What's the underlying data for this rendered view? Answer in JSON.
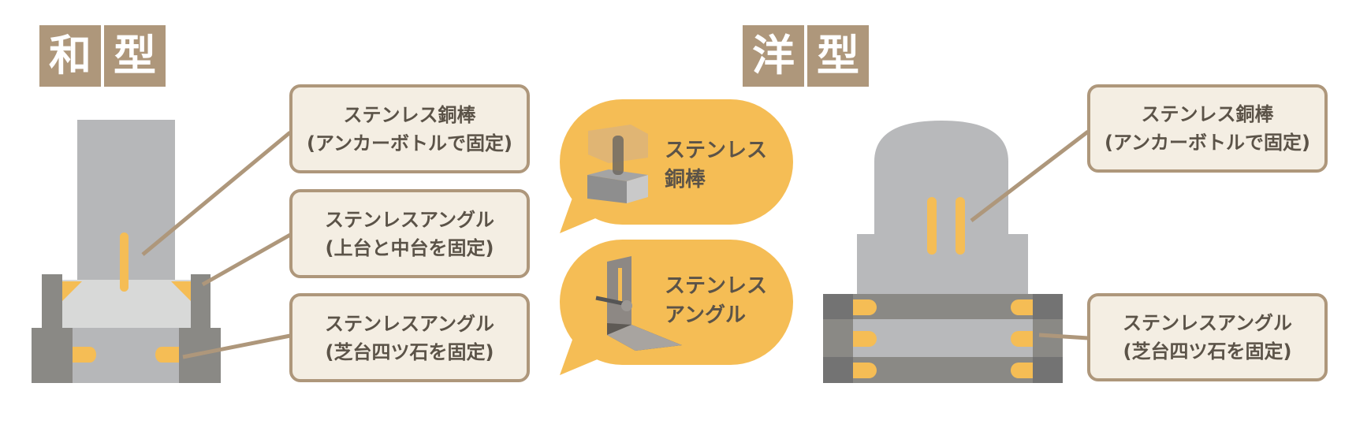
{
  "japanese": {
    "title_chars": [
      "和",
      "型"
    ]
  },
  "western": {
    "title_chars": [
      "洋",
      "型"
    ]
  },
  "labels": {
    "rod": [
      "ステンレス銅棒",
      "(アンカーボトルで固定)"
    ],
    "angle_upper": [
      "ステンレスアングル",
      "(上台と中台を固定)"
    ],
    "angle_base": [
      "ステンレスアングル",
      "(芝台四ツ石を固定)"
    ]
  },
  "bubbles": [
    {
      "lines": [
        "ステンレス",
        "銅棒"
      ],
      "icon": "anchor-rod-icon"
    },
    {
      "lines": [
        "ステンレス",
        "アングル"
      ],
      "icon": "angle-bracket-icon"
    }
  ],
  "colors": {
    "tile": "#ae977b",
    "accent": "#f5bd55",
    "box_fill": "#f4eee3",
    "text": "#5b5348",
    "stone_light": "#b8b9bb",
    "stone_dark": "#8a8985"
  }
}
